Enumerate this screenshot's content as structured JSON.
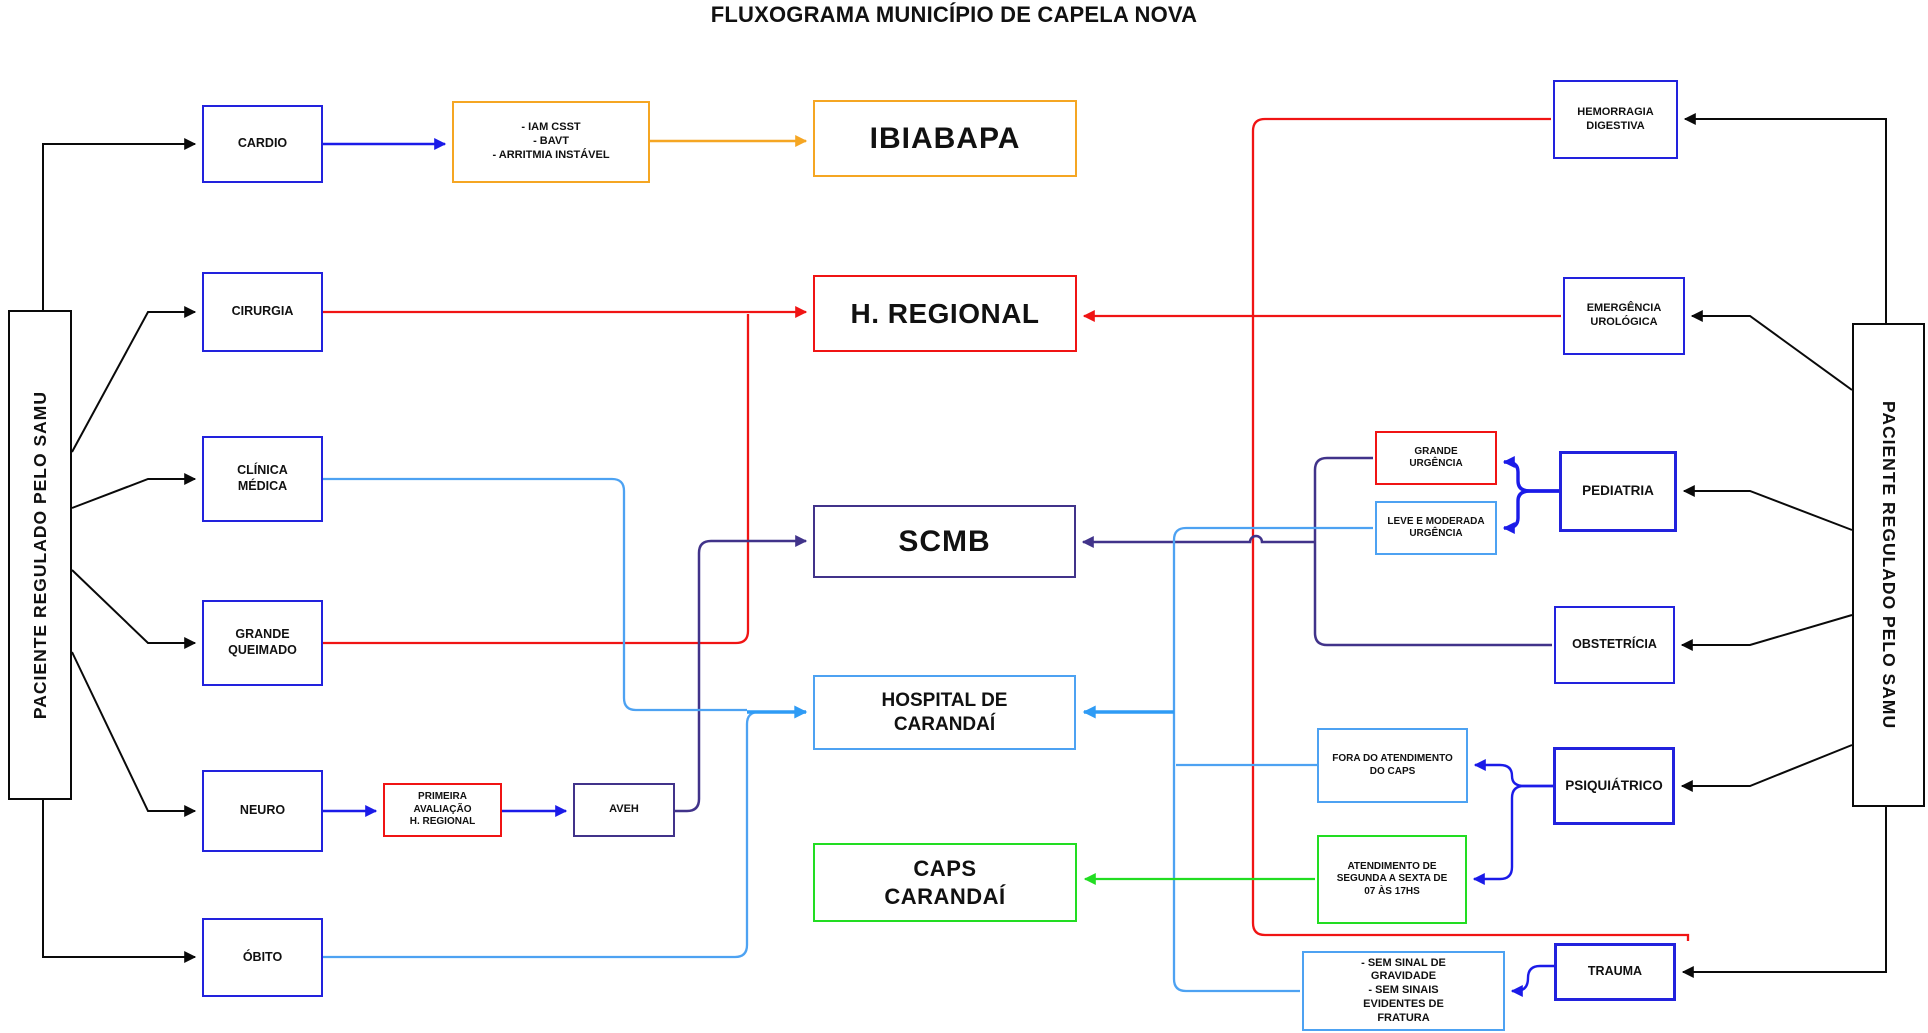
{
  "title": "FLUXOGRAMA MUNICÍPIO DE CAPELA NOVA",
  "rails": {
    "left": {
      "label": "PACIENTE REGULADO PELO SAMU"
    },
    "right": {
      "label": "PACIENTE REGULADO PELO SAMU"
    }
  },
  "nodes": {
    "cardio": {
      "label": "CARDIO"
    },
    "iam": {
      "label": "- IAM CSST\n- BAVT\n- ARRITMIA INSTÁVEL"
    },
    "ibiabapa": {
      "label": "IBIABAPA"
    },
    "cirurgia": {
      "label": "CIRURGIA"
    },
    "h_regional": {
      "label": "H. REGIONAL"
    },
    "clinica_medica": {
      "label": "CLÍNICA\nMÉDICA"
    },
    "grande_queimado": {
      "label": "GRANDE\nQUEIMADO"
    },
    "scmb": {
      "label": "SCMB"
    },
    "neuro": {
      "label": "NEURO"
    },
    "primeira_avaliacao": {
      "label": "PRIMEIRA\nAVALIAÇÃO\nH. REGIONAL"
    },
    "aveh": {
      "label": "AVEH"
    },
    "hospital_carandai": {
      "label": "HOSPITAL DE\nCARANDAÍ"
    },
    "obito": {
      "label": "ÓBITO"
    },
    "caps_carandai": {
      "label": "CAPS\nCARANDAÍ"
    },
    "hemorragia_digestiva": {
      "label": "HEMORRAGIA\nDIGESTIVA"
    },
    "emergencia_urologica": {
      "label": "EMERGÊNCIA\nUROLÓGICA"
    },
    "grande_urgencia": {
      "label": "GRANDE\nURGÊNCIA"
    },
    "leve_moderada_urgencia": {
      "label": "LEVE E MODERADA\nURGÊNCIA"
    },
    "pediatria": {
      "label": "PEDIATRIA"
    },
    "obstetricia": {
      "label": "OBSTETRÍCIA"
    },
    "fora_atendimento_caps": {
      "label": "FORA DO ATENDIMENTO\nDO CAPS"
    },
    "psiquiatrico": {
      "label": "PSIQUIÁTRICO"
    },
    "atendimento_caps": {
      "label": "ATENDIMENTO DE\nSEGUNDA A SEXTA  DE\n07 ÀS 17HS"
    },
    "trauma": {
      "label": "TRAUMA"
    },
    "sem_sinal_gravidade": {
      "label": "- SEM SINAL DE\nGRAVIDADE\n- SEM SINAIS\nEVIDENTES DE\nFRATURA"
    }
  },
  "colors": {
    "black": "#0a0a0a",
    "blue_box": "#2222dd",
    "blue_line": "#1b1be8",
    "orange": "#f5a623",
    "red": "#f01414",
    "purple": "#41338a",
    "light_blue": "#4da2f2",
    "bright_blue": "#2e9bf5",
    "green": "#22dd22"
  }
}
